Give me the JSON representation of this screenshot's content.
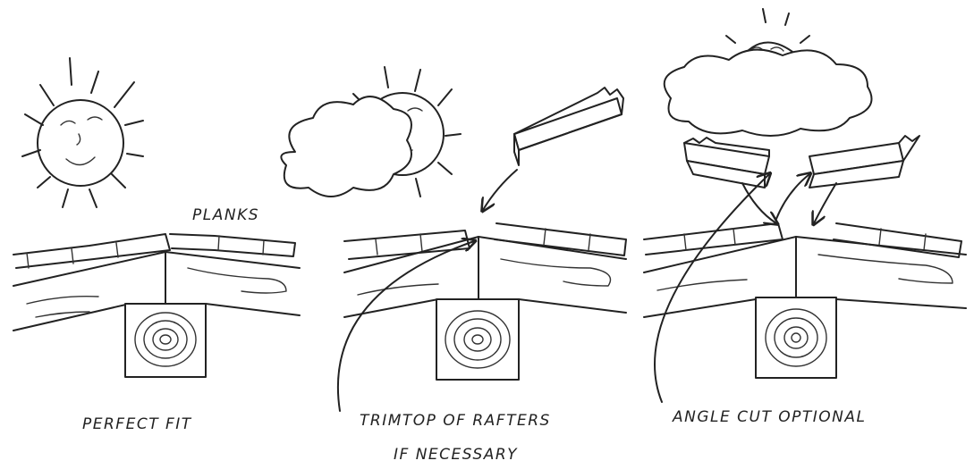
{
  "panels": [
    {
      "caption": "PERFECT FIT",
      "labels": [
        "PLANKS"
      ]
    },
    {
      "caption": "TRIMTOP OF RAFTERS",
      "caption2": "IF NECESSARY",
      "labels": []
    },
    {
      "caption": "ANGLE CUT OPTIONAL",
      "labels": []
    }
  ]
}
